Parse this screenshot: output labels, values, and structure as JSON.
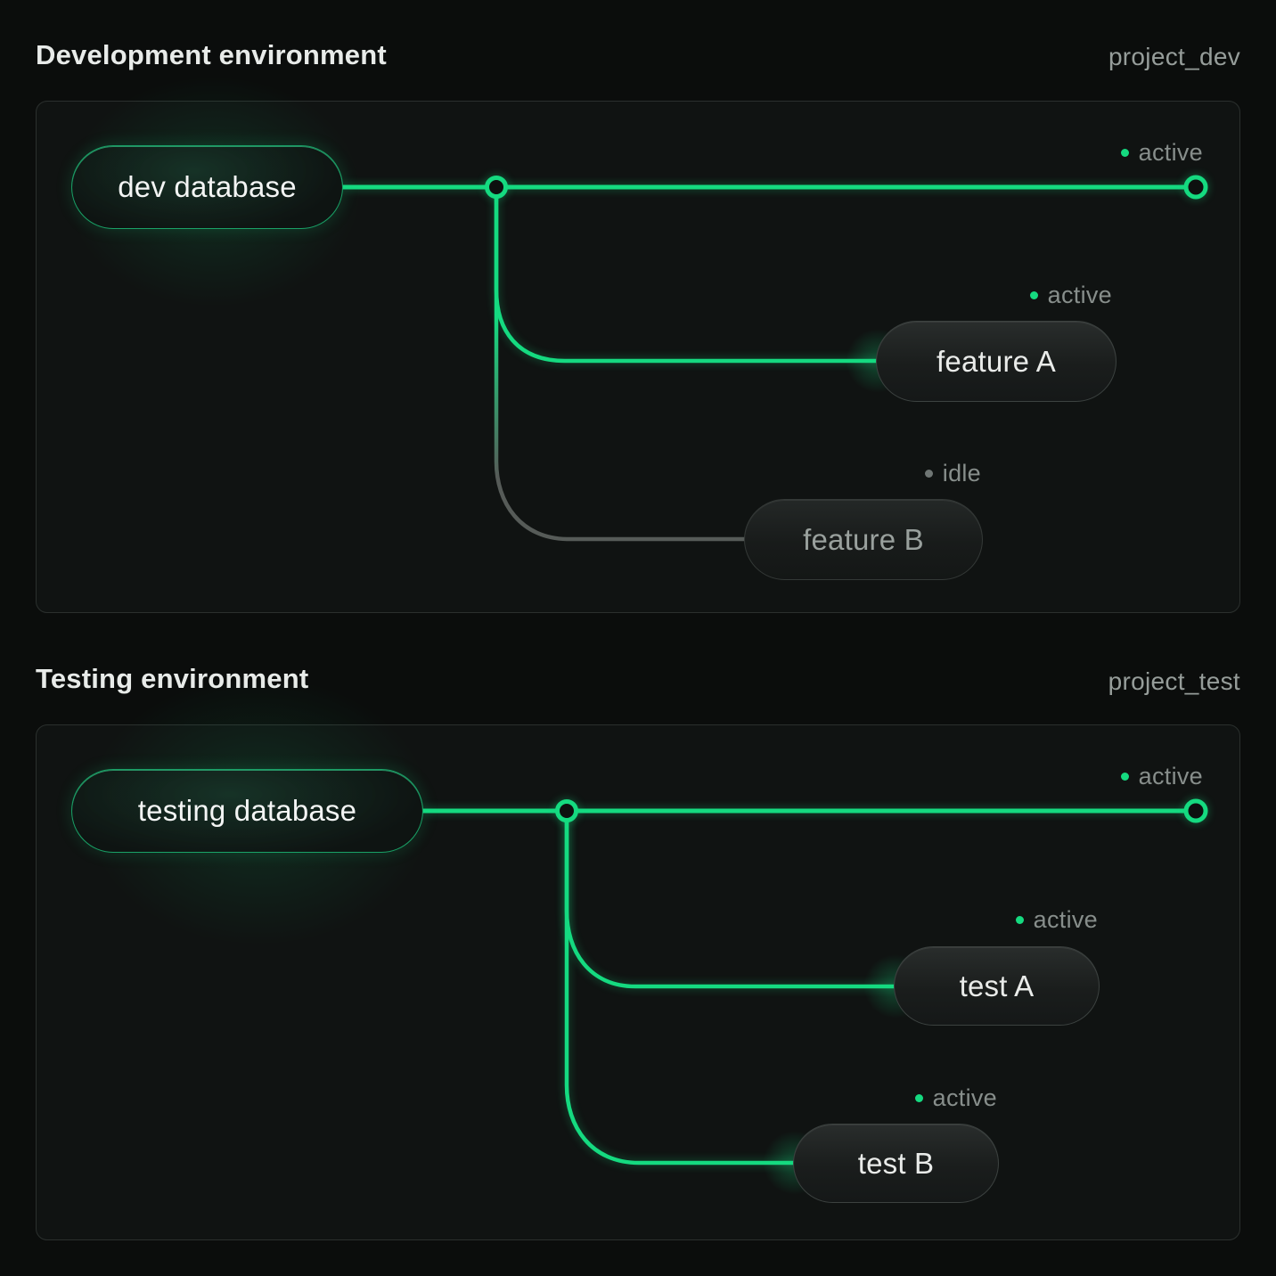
{
  "colors": {
    "accent_green": "#15da80",
    "idle_gray": "#6f7674",
    "status_text": "#878e8b",
    "background": "#0b0d0c"
  },
  "panels": [
    {
      "title": "Development environment",
      "project": "project_dev",
      "trunk": {
        "node": "dev database",
        "status": "active"
      },
      "branches": [
        {
          "label": "feature A",
          "status": "active"
        },
        {
          "label": "feature B",
          "status": "idle"
        }
      ]
    },
    {
      "title": "Testing environment",
      "project": "project_test",
      "trunk": {
        "node": "testing database",
        "status": "active"
      },
      "branches": [
        {
          "label": "test A",
          "status": "active"
        },
        {
          "label": "test B",
          "status": "active"
        }
      ]
    }
  ]
}
